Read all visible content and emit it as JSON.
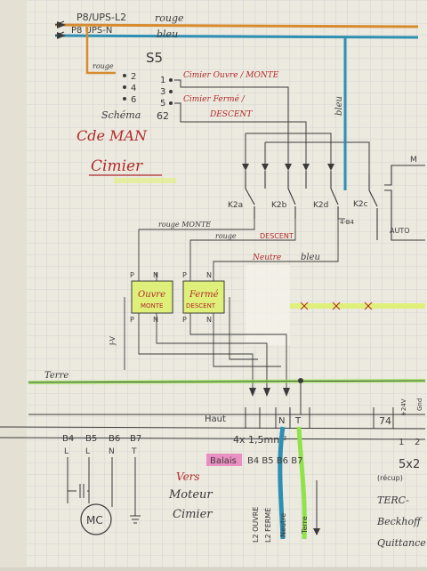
{
  "colors": {
    "paper": "#ece9de",
    "grid": "#b9c6cf",
    "ink": "#3a3a3a",
    "red": "#b02a2a",
    "brown_wire": "#d88b2e",
    "blue_wire": "#2c8fb3",
    "green_wire": "#8fe24a",
    "yellow_box": "#dff07a",
    "pink": "#e96ab8"
  },
  "top": {
    "line1": "P8/UPS-L2",
    "line1_color": "rouge",
    "line2": "P8 UPS-N",
    "line2_color": "bleu",
    "rouge_tag": "rouge"
  },
  "switch": {
    "name": "S5",
    "pins_left": [
      "2",
      "4",
      "6"
    ],
    "pins_right": [
      "1",
      "3",
      "5"
    ],
    "schema_label": "Schéma",
    "schema_number": "62",
    "label_ouvre": "Cimier Ouvre / MONTE",
    "label_ferme_1": "Cimier Fermé /",
    "label_ferme_2": "DESCENT"
  },
  "title": {
    "cde": "Cde MAN",
    "cimier": "Cimier"
  },
  "relays": {
    "k2a": "K2a",
    "k2b": "K2b",
    "k2d": "K2d",
    "k2c": "K2c",
    "k2d_sub": "4-B4",
    "auto": "AUTO",
    "m": "M"
  },
  "wires": {
    "bleu_vertical": "bleu",
    "rouge_monte": "rouge MONTE",
    "rouge_descent": "rouge",
    "descent": "DESCENT",
    "neutre": "Neutre",
    "bleu_neutre": "bleu",
    "terre": "Terre",
    "side_mark": "J-V"
  },
  "boxes": {
    "ouvre_1": "Ouvre",
    "ouvre_2": "MONTE",
    "ferme_1": "Fermé",
    "ferme_2": "DESCENT",
    "p": "P",
    "n": "N"
  },
  "terminals": {
    "haut": "Haut",
    "n": "N",
    "t": "T",
    "num": "74",
    "v24": "+24V",
    "gnd": "Gnd",
    "cable": "4x 1,5mm²",
    "one": "1",
    "two": "2",
    "five": "5x2",
    "recup": "(récup)"
  },
  "motor": {
    "b4": "B4",
    "b5": "B5",
    "b6": "B6",
    "b7": "B7",
    "l1": "L",
    "l2": "L",
    "n": "N",
    "t": "T",
    "mc": "MC",
    "vers": "Vers",
    "moteur": "Moteur",
    "cimier": "Cimier",
    "balais": "Balais",
    "balais_pins": "B4 B5 B6 B7"
  },
  "vertical_labels": {
    "l2_ouvre": "L2 OUVRE",
    "l2_ferme": "L2 FERMÉ",
    "neutre": "Neutre",
    "terre": "Terre"
  },
  "right_notes": {
    "terc": "TERC-",
    "beckhoff": "Beckhoff",
    "quittance": "Quittance"
  }
}
